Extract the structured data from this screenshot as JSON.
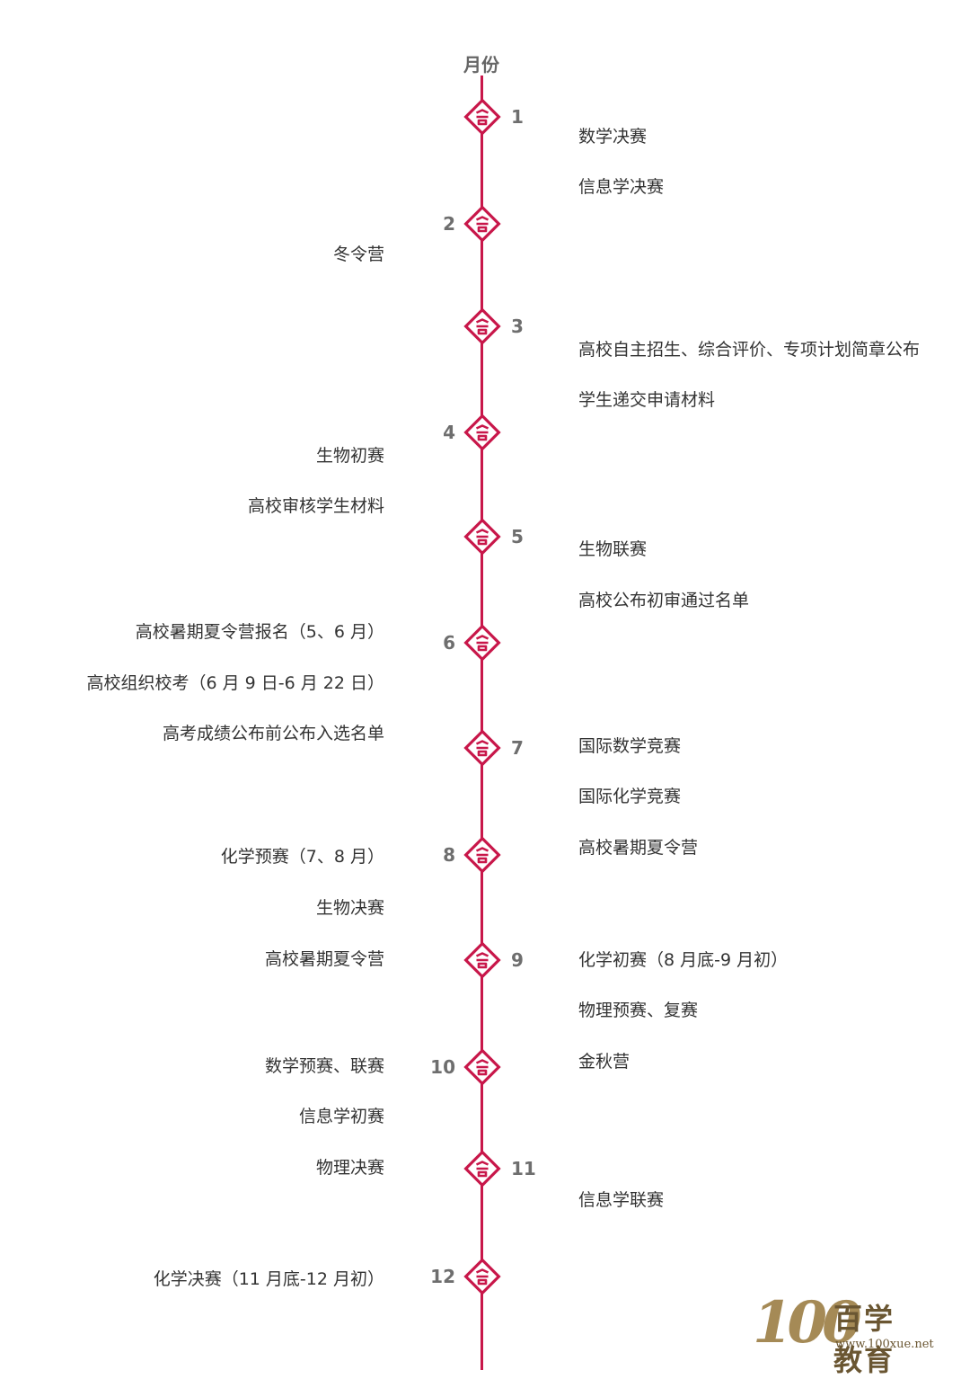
{
  "axis_title": "月份",
  "months": [
    "1",
    "2",
    "3",
    "4",
    "5",
    "6",
    "7",
    "8",
    "9",
    "10",
    "11",
    "12"
  ],
  "events_right": [
    "数学决赛",
    "信息学决赛",
    "高校自主招生、综合评价、专项计划简章公布",
    "学生递交申请材料",
    "生物联赛",
    "高校公布初审通过名单",
    "国际数学竞赛",
    "国际化学竞赛",
    "高校暑期夏令营",
    "化学初赛（8 月底-9 月初）",
    "物理预赛、复赛",
    "金秋营",
    "信息学联赛"
  ],
  "events_left": [
    "冬令营",
    "生物初赛",
    "高校审核学生材料",
    "高校暑期夏令营报名（5、6 月）",
    "高校组织校考（6 月 9 日-6 月 22 日）",
    "高考成绩公布前公布入选名单",
    "化学预赛（7、8 月）",
    "生物决赛",
    "高校暑期夏令营",
    "数学预赛、联赛",
    "信息学初赛",
    "物理决赛",
    "化学决赛（11 月底-12 月初）"
  ],
  "logo": {
    "number": "100",
    "name": "百学教育",
    "url": "www.100xue.net"
  },
  "colors": {
    "line": "#c8174a",
    "marker": "#c8174a",
    "month_text": "#6e6e6e",
    "logo": "#a58a56"
  }
}
